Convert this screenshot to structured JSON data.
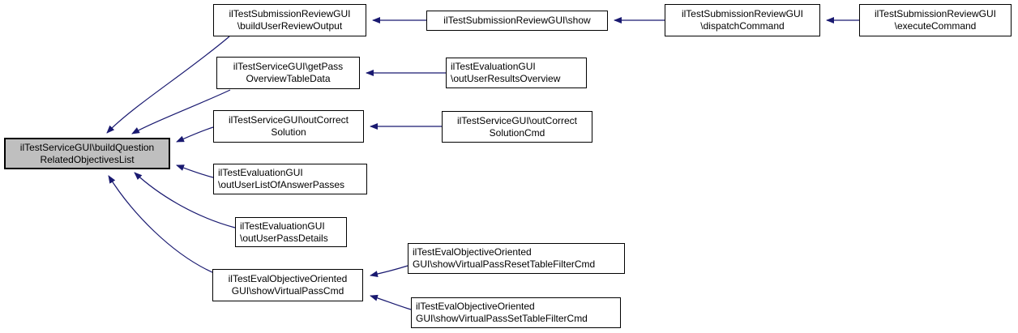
{
  "diagram": {
    "type": "call-graph",
    "colors": {
      "edge": "#191970",
      "highlight_fill": "#bfbfbf",
      "node_fill": "#ffffff",
      "node_border": "#000000",
      "text": "#000000"
    },
    "nodes": [
      {
        "id": "build-question-related-objectives-list",
        "name": "ilTestServiceGUI\\buildQuestionRelatedObjectivesList",
        "lines": [
          "ilTestServiceGUI\\buildQuestion",
          "RelatedObjectivesList"
        ],
        "highlighted": true
      },
      {
        "id": "build-user-review-output",
        "name": "ilTestSubmissionReviewGUI\\buildUserReviewOutput",
        "lines": [
          "ilTestSubmissionReviewGUI",
          "\\buildUserReviewOutput"
        ],
        "highlighted": false
      },
      {
        "id": "show",
        "name": "ilTestSubmissionReviewGUI\\show",
        "lines": [
          "ilTestSubmissionReviewGUI\\show"
        ],
        "highlighted": false
      },
      {
        "id": "dispatch-command",
        "name": "ilTestSubmissionReviewGUI\\dispatchCommand",
        "lines": [
          "ilTestSubmissionReviewGUI",
          "\\dispatchCommand"
        ],
        "highlighted": false
      },
      {
        "id": "execute-command",
        "name": "ilTestSubmissionReviewGUI\\executeCommand",
        "lines": [
          "ilTestSubmissionReviewGUI",
          "\\executeCommand"
        ],
        "highlighted": false
      },
      {
        "id": "get-pass-overview-table-data",
        "name": "ilTestServiceGUI\\getPassOverviewTableData",
        "lines": [
          "ilTestServiceGUI\\getPass",
          "OverviewTableData"
        ],
        "highlighted": false
      },
      {
        "id": "out-user-results-overview",
        "name": "ilTestEvaluationGUI\\outUserResultsOverview",
        "lines": [
          "ilTestEvaluationGUI",
          "\\outUserResultsOverview"
        ],
        "highlighted": false
      },
      {
        "id": "out-correct-solution",
        "name": "ilTestServiceGUI\\outCorrectSolution",
        "lines": [
          "ilTestServiceGUI\\outCorrect",
          "Solution"
        ],
        "highlighted": false
      },
      {
        "id": "out-correct-solution-cmd",
        "name": "ilTestServiceGUI\\outCorrectSolutionCmd",
        "lines": [
          "ilTestServiceGUI\\outCorrect",
          "SolutionCmd"
        ],
        "highlighted": false
      },
      {
        "id": "out-user-list-of-answer-passes",
        "name": "ilTestEvaluationGUI\\outUserListOfAnswerPasses",
        "lines": [
          "ilTestEvaluationGUI",
          "\\outUserListOfAnswerPasses"
        ],
        "highlighted": false
      },
      {
        "id": "out-user-pass-details",
        "name": "ilTestEvaluationGUI\\outUserPassDetails",
        "lines": [
          "ilTestEvaluationGUI",
          "\\outUserPassDetails"
        ],
        "highlighted": false
      },
      {
        "id": "show-virtual-pass-cmd",
        "name": "ilTestEvalObjectiveOrientedGUI\\showVirtualPassCmd",
        "lines": [
          "ilTestEvalObjectiveOriented",
          "GUI\\showVirtualPassCmd"
        ],
        "highlighted": false
      },
      {
        "id": "show-virtual-pass-reset-table-filter-cmd",
        "name": "ilTestEvalObjectiveOrientedGUI\\showVirtualPassResetTableFilterCmd",
        "lines": [
          "ilTestEvalObjectiveOriented",
          "GUI\\showVirtualPassResetTableFilterCmd"
        ],
        "highlighted": false
      },
      {
        "id": "show-virtual-pass-set-table-filter-cmd",
        "name": "ilTestEvalObjectiveOrientedGUI\\showVirtualPassSetTableFilterCmd",
        "lines": [
          "ilTestEvalObjectiveOriented",
          "GUI\\showVirtualPassSetTableFilterCmd"
        ],
        "highlighted": false
      }
    ],
    "edges": [
      {
        "from": "build-user-review-output",
        "to": "build-question-related-objectives-list"
      },
      {
        "from": "get-pass-overview-table-data",
        "to": "build-question-related-objectives-list"
      },
      {
        "from": "out-correct-solution",
        "to": "build-question-related-objectives-list"
      },
      {
        "from": "out-user-list-of-answer-passes",
        "to": "build-question-related-objectives-list"
      },
      {
        "from": "out-user-pass-details",
        "to": "build-question-related-objectives-list"
      },
      {
        "from": "show-virtual-pass-cmd",
        "to": "build-question-related-objectives-list"
      },
      {
        "from": "show",
        "to": "build-user-review-output"
      },
      {
        "from": "dispatch-command",
        "to": "show"
      },
      {
        "from": "execute-command",
        "to": "dispatch-command"
      },
      {
        "from": "out-user-results-overview",
        "to": "get-pass-overview-table-data"
      },
      {
        "from": "out-correct-solution-cmd",
        "to": "out-correct-solution"
      },
      {
        "from": "show-virtual-pass-reset-table-filter-cmd",
        "to": "show-virtual-pass-cmd"
      },
      {
        "from": "show-virtual-pass-set-table-filter-cmd",
        "to": "show-virtual-pass-cmd"
      }
    ]
  }
}
